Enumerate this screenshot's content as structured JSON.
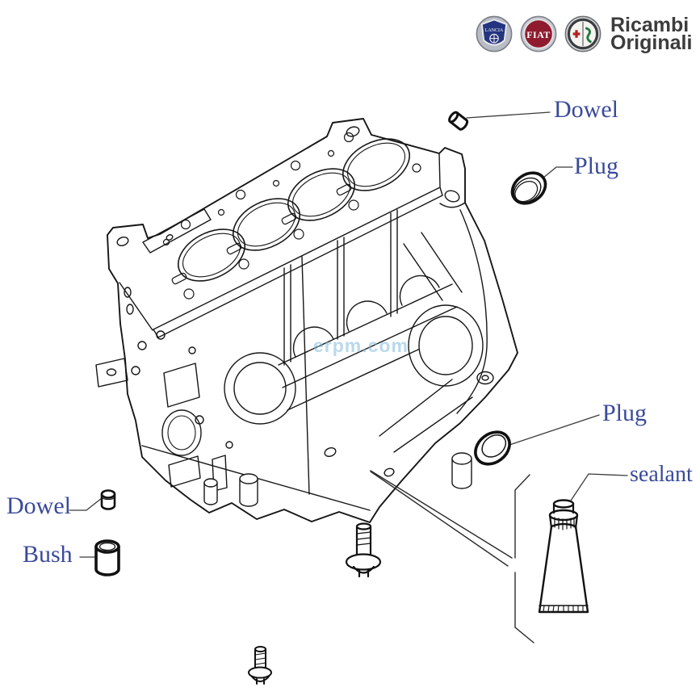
{
  "header": {
    "brand": {
      "line1": "Ricambi",
      "line2": "Originali"
    },
    "logos": [
      {
        "name": "lancia-logo",
        "text": "LANCIA"
      },
      {
        "name": "fiat-logo",
        "text": "FIAT"
      },
      {
        "name": "alfa-romeo-logo",
        "text": ""
      }
    ]
  },
  "watermark": {
    "text": "erpm.com"
  },
  "callouts": {
    "dowel_top": "Dowel",
    "plug_top": "Plug",
    "plug_middle": "Plug",
    "sealant": "sealant",
    "dowel_left": "Dowel",
    "bush": "Bush"
  },
  "colors": {
    "label_text": "#3a4a9a",
    "line_art": "#161616",
    "brand_text": "#3c3c3c",
    "watermark": "#80bada",
    "background": "#ffffff",
    "fiat_red": "#8e1c2e",
    "lancia_blue": "#25347f",
    "alfa_green": "#1f7a3d"
  }
}
